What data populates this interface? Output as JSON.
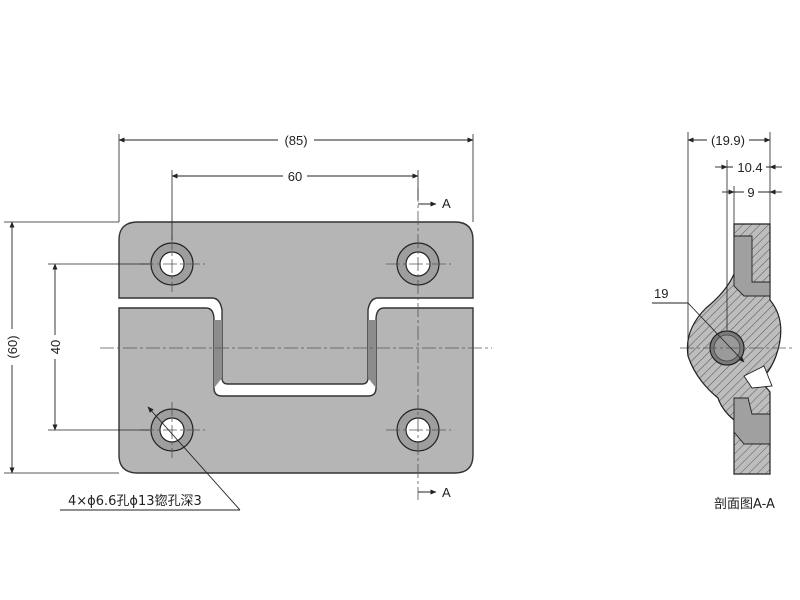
{
  "colors": {
    "body_fill": "#b5b5b5",
    "body_stroke": "#333333",
    "section_fill": "#a9a9a9",
    "line": "#222222",
    "center_line": "#555555",
    "background": "#ffffff"
  },
  "front_view": {
    "width_label": "(85)",
    "hole_spacing_x_label": "60",
    "height_label": "(60)",
    "hole_spacing_y_label": "40",
    "section_marker_top": "A",
    "section_marker_bottom": "A",
    "hole_callout": "4×ϕ6.6孔ϕ13锪孔深3"
  },
  "side_view": {
    "total_depth_label": "(19.9)",
    "depth_2_label": "10.4",
    "depth_3_label": "9",
    "pin_diameter_label": "19",
    "caption": "剖面图A-A"
  }
}
